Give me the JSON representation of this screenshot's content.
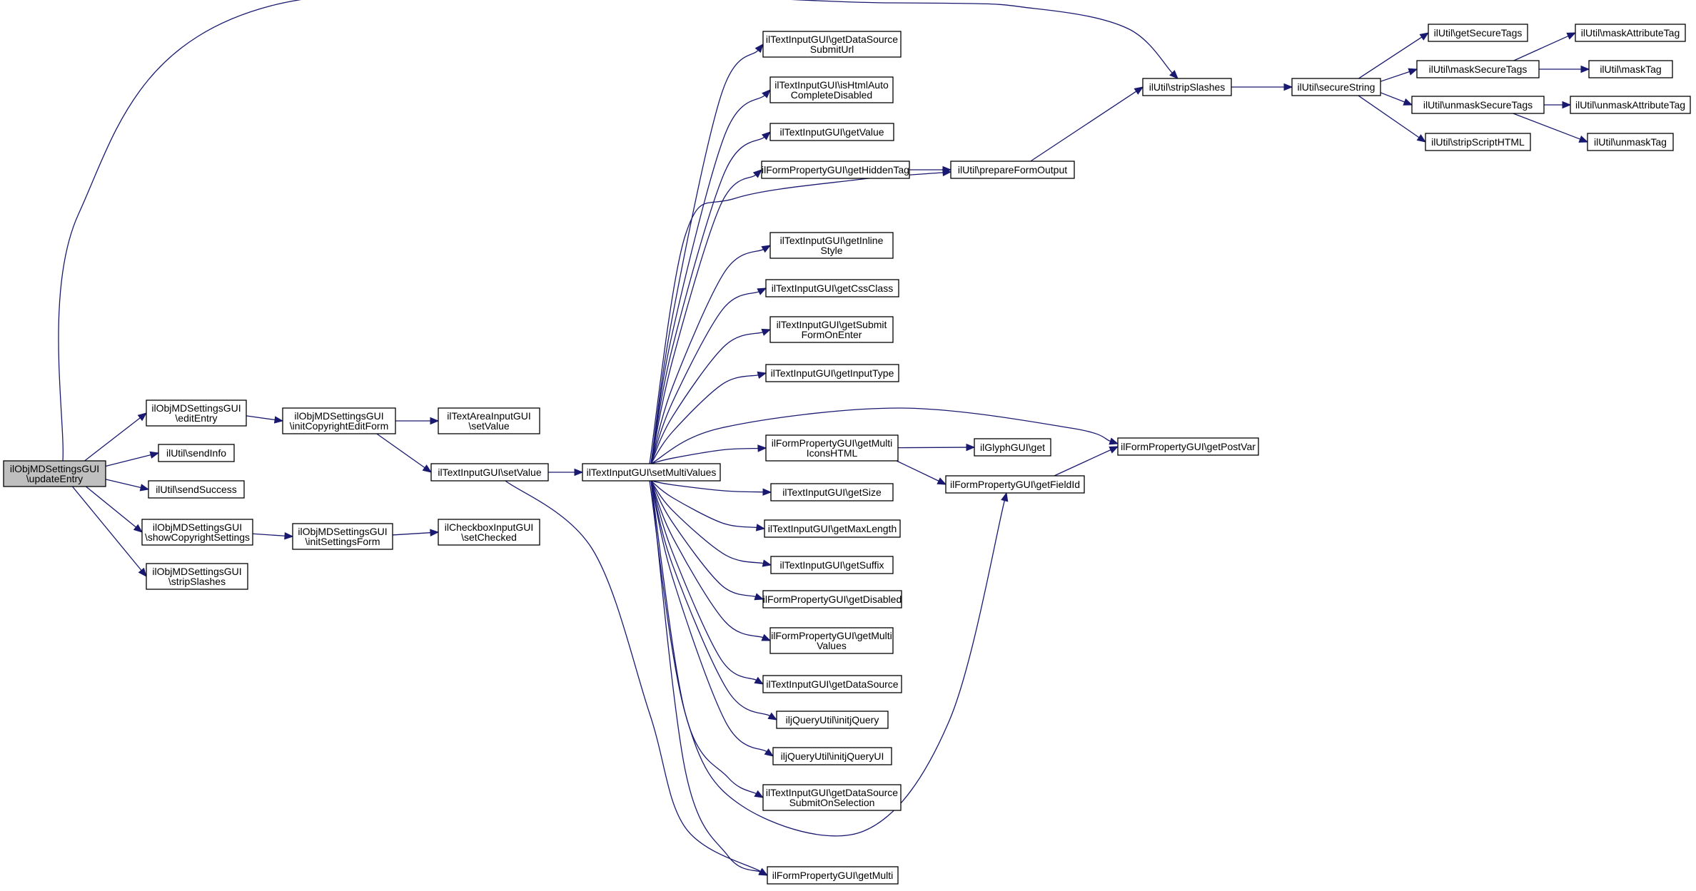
{
  "graph": {
    "root": "updateEntry",
    "colors": {
      "edge": "#191970",
      "root_fill": "#bfbfbf",
      "node_fill": "#ffffff",
      "border": "#000000"
    },
    "nodes": [
      {
        "id": "updateEntry",
        "lines": [
          "ilObjMDSettingsGUI",
          "\\updateEntry"
        ]
      },
      {
        "id": "editEntry",
        "lines": [
          "ilObjMDSettingsGUI",
          "\\editEntry"
        ]
      },
      {
        "id": "sendInfo",
        "lines": [
          "ilUtil\\sendInfo"
        ]
      },
      {
        "id": "sendSuccess",
        "lines": [
          "ilUtil\\sendSuccess"
        ]
      },
      {
        "id": "showCopyrightSettings",
        "lines": [
          "ilObjMDSettingsGUI",
          "\\showCopyrightSettings"
        ]
      },
      {
        "id": "stripSlashesGUI",
        "lines": [
          "ilObjMDSettingsGUI",
          "\\stripSlashes"
        ]
      },
      {
        "id": "initCopyrightEditForm",
        "lines": [
          "ilObjMDSettingsGUI",
          "\\initCopyrightEditForm"
        ]
      },
      {
        "id": "initSettingsForm",
        "lines": [
          "ilObjMDSettingsGUI",
          "\\initSettingsForm"
        ]
      },
      {
        "id": "taSetValue",
        "lines": [
          "ilTextAreaInputGUI",
          "\\setValue"
        ]
      },
      {
        "id": "tiSetValue",
        "lines": [
          "ilTextInputGUI\\setValue"
        ]
      },
      {
        "id": "cbSetChecked",
        "lines": [
          "ilCheckboxInputGUI",
          "\\setChecked"
        ]
      },
      {
        "id": "setMultiValues",
        "lines": [
          "ilTextInputGUI\\setMultiValues"
        ]
      },
      {
        "id": "getDataSourceSubmitUrl",
        "lines": [
          "ilTextInputGUI\\getDataSource",
          "SubmitUrl"
        ]
      },
      {
        "id": "isHtmlAuto",
        "lines": [
          "ilTextInputGUI\\isHtmlAuto",
          "CompleteDisabled"
        ]
      },
      {
        "id": "getValue",
        "lines": [
          "ilTextInputGUI\\getValue"
        ]
      },
      {
        "id": "getHiddenTag",
        "lines": [
          "ilFormPropertyGUI\\getHiddenTag"
        ]
      },
      {
        "id": "getInlineStyle",
        "lines": [
          "ilTextInputGUI\\getInline",
          "Style"
        ]
      },
      {
        "id": "getCssClass",
        "lines": [
          "ilTextInputGUI\\getCssClass"
        ]
      },
      {
        "id": "getSubmitFormOnEnter",
        "lines": [
          "ilTextInputGUI\\getSubmit",
          "FormOnEnter"
        ]
      },
      {
        "id": "getInputType",
        "lines": [
          "ilTextInputGUI\\getInputType"
        ]
      },
      {
        "id": "getMultiIconsHTML",
        "lines": [
          "ilFormPropertyGUI\\getMulti",
          "IconsHTML"
        ]
      },
      {
        "id": "getSize",
        "lines": [
          "ilTextInputGUI\\getSize"
        ]
      },
      {
        "id": "getMaxLength",
        "lines": [
          "ilTextInputGUI\\getMaxLength"
        ]
      },
      {
        "id": "getSuffix",
        "lines": [
          "ilTextInputGUI\\getSuffix"
        ]
      },
      {
        "id": "getDisabled",
        "lines": [
          "ilFormPropertyGUI\\getDisabled"
        ]
      },
      {
        "id": "getMultiValues",
        "lines": [
          "ilFormPropertyGUI\\getMulti",
          "Values"
        ]
      },
      {
        "id": "getDataSource",
        "lines": [
          "ilTextInputGUI\\getDataSource"
        ]
      },
      {
        "id": "initjQuery",
        "lines": [
          "iljQueryUtil\\initjQuery"
        ]
      },
      {
        "id": "initjQueryUI",
        "lines": [
          "iljQueryUtil\\initjQueryUI"
        ]
      },
      {
        "id": "getDataSourceSubmitOnSelection",
        "lines": [
          "ilTextInputGUI\\getDataSource",
          "SubmitOnSelection"
        ]
      },
      {
        "id": "getMulti",
        "lines": [
          "ilFormPropertyGUI\\getMulti"
        ]
      },
      {
        "id": "prepareFormOutput",
        "lines": [
          "ilUtil\\prepareFormOutput"
        ]
      },
      {
        "id": "glyphGet",
        "lines": [
          "ilGlyphGUI\\get"
        ]
      },
      {
        "id": "getFieldId",
        "lines": [
          "ilFormPropertyGUI\\getFieldId"
        ]
      },
      {
        "id": "getPostVar",
        "lines": [
          "ilFormPropertyGUI\\getPostVar"
        ]
      },
      {
        "id": "utilStripSlashes",
        "lines": [
          "ilUtil\\stripSlashes"
        ]
      },
      {
        "id": "secureString",
        "lines": [
          "ilUtil\\secureString"
        ]
      },
      {
        "id": "getSecureTags",
        "lines": [
          "ilUtil\\getSecureTags"
        ]
      },
      {
        "id": "maskSecureTags",
        "lines": [
          "ilUtil\\maskSecureTags"
        ]
      },
      {
        "id": "unmaskSecureTags",
        "lines": [
          "ilUtil\\unmaskSecureTags"
        ]
      },
      {
        "id": "stripScriptHTML",
        "lines": [
          "ilUtil\\stripScriptHTML"
        ]
      },
      {
        "id": "maskAttributeTag",
        "lines": [
          "ilUtil\\maskAttributeTag"
        ]
      },
      {
        "id": "maskTag",
        "lines": [
          "ilUtil\\maskTag"
        ]
      },
      {
        "id": "unmaskAttributeTag",
        "lines": [
          "ilUtil\\unmaskAttributeTag"
        ]
      },
      {
        "id": "unmaskTag",
        "lines": [
          "ilUtil\\unmaskTag"
        ]
      }
    ],
    "edges": [
      [
        "updateEntry",
        "editEntry"
      ],
      [
        "updateEntry",
        "sendInfo"
      ],
      [
        "updateEntry",
        "sendSuccess"
      ],
      [
        "updateEntry",
        "showCopyrightSettings"
      ],
      [
        "updateEntry",
        "stripSlashesGUI"
      ],
      [
        "updateEntry",
        "utilStripSlashes"
      ],
      [
        "editEntry",
        "initCopyrightEditForm"
      ],
      [
        "initCopyrightEditForm",
        "taSetValue"
      ],
      [
        "initCopyrightEditForm",
        "tiSetValue"
      ],
      [
        "showCopyrightSettings",
        "initSettingsForm"
      ],
      [
        "initSettingsForm",
        "cbSetChecked"
      ],
      [
        "tiSetValue",
        "setMultiValues"
      ],
      [
        "tiSetValue",
        "getMulti"
      ],
      [
        "setMultiValues",
        "getDataSourceSubmitUrl"
      ],
      [
        "setMultiValues",
        "isHtmlAuto"
      ],
      [
        "setMultiValues",
        "getValue"
      ],
      [
        "setMultiValues",
        "getHiddenTag"
      ],
      [
        "setMultiValues",
        "prepareFormOutput"
      ],
      [
        "setMultiValues",
        "getInlineStyle"
      ],
      [
        "setMultiValues",
        "getCssClass"
      ],
      [
        "setMultiValues",
        "getSubmitFormOnEnter"
      ],
      [
        "setMultiValues",
        "getInputType"
      ],
      [
        "setMultiValues",
        "getPostVar"
      ],
      [
        "setMultiValues",
        "getMultiIconsHTML"
      ],
      [
        "setMultiValues",
        "getSize"
      ],
      [
        "setMultiValues",
        "getMaxLength"
      ],
      [
        "setMultiValues",
        "getSuffix"
      ],
      [
        "setMultiValues",
        "getDisabled"
      ],
      [
        "setMultiValues",
        "getMultiValues"
      ],
      [
        "setMultiValues",
        "getDataSource"
      ],
      [
        "setMultiValues",
        "initjQuery"
      ],
      [
        "setMultiValues",
        "initjQueryUI"
      ],
      [
        "setMultiValues",
        "getDataSourceSubmitOnSelection"
      ],
      [
        "setMultiValues",
        "getMulti"
      ],
      [
        "setMultiValues",
        "getFieldId"
      ],
      [
        "getHiddenTag",
        "prepareFormOutput"
      ],
      [
        "getMultiIconsHTML",
        "glyphGet"
      ],
      [
        "getMultiIconsHTML",
        "getFieldId"
      ],
      [
        "getFieldId",
        "getPostVar"
      ],
      [
        "prepareFormOutput",
        "utilStripSlashes"
      ],
      [
        "utilStripSlashes",
        "secureString"
      ],
      [
        "secureString",
        "getSecureTags"
      ],
      [
        "secureString",
        "maskSecureTags"
      ],
      [
        "secureString",
        "unmaskSecureTags"
      ],
      [
        "secureString",
        "stripScriptHTML"
      ],
      [
        "maskSecureTags",
        "maskAttributeTag"
      ],
      [
        "maskSecureTags",
        "maskTag"
      ],
      [
        "unmaskSecureTags",
        "unmaskAttributeTag"
      ],
      [
        "unmaskSecureTags",
        "unmaskTag"
      ]
    ]
  }
}
